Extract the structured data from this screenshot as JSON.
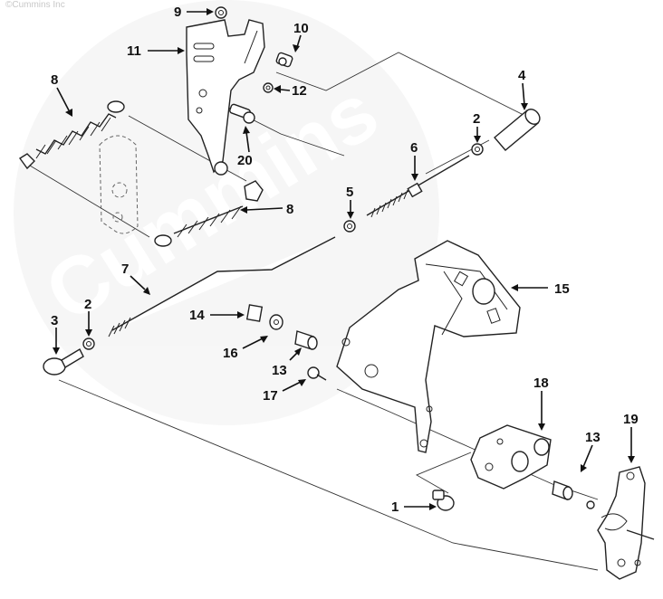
{
  "watermark_text": "©Cummins Inc",
  "background_logo_text": "Cummins",
  "callouts": [
    {
      "id": "c1",
      "label": "1"
    },
    {
      "id": "c2a",
      "label": "2"
    },
    {
      "id": "c2b",
      "label": "2"
    },
    {
      "id": "c3",
      "label": "3"
    },
    {
      "id": "c4",
      "label": "4"
    },
    {
      "id": "c5",
      "label": "5"
    },
    {
      "id": "c6",
      "label": "6"
    },
    {
      "id": "c7",
      "label": "7"
    },
    {
      "id": "c8a",
      "label": "8"
    },
    {
      "id": "c8b",
      "label": "8"
    },
    {
      "id": "c9",
      "label": "9"
    },
    {
      "id": "c10",
      "label": "10"
    },
    {
      "id": "c11",
      "label": "11"
    },
    {
      "id": "c12",
      "label": "12"
    },
    {
      "id": "c13a",
      "label": "13"
    },
    {
      "id": "c13b",
      "label": "13"
    },
    {
      "id": "c14",
      "label": "14"
    },
    {
      "id": "c15",
      "label": "15"
    },
    {
      "id": "c16",
      "label": "16"
    },
    {
      "id": "c17",
      "label": "17"
    },
    {
      "id": "c18",
      "label": "18"
    },
    {
      "id": "c19",
      "label": "19"
    },
    {
      "id": "c20",
      "label": "20"
    }
  ]
}
